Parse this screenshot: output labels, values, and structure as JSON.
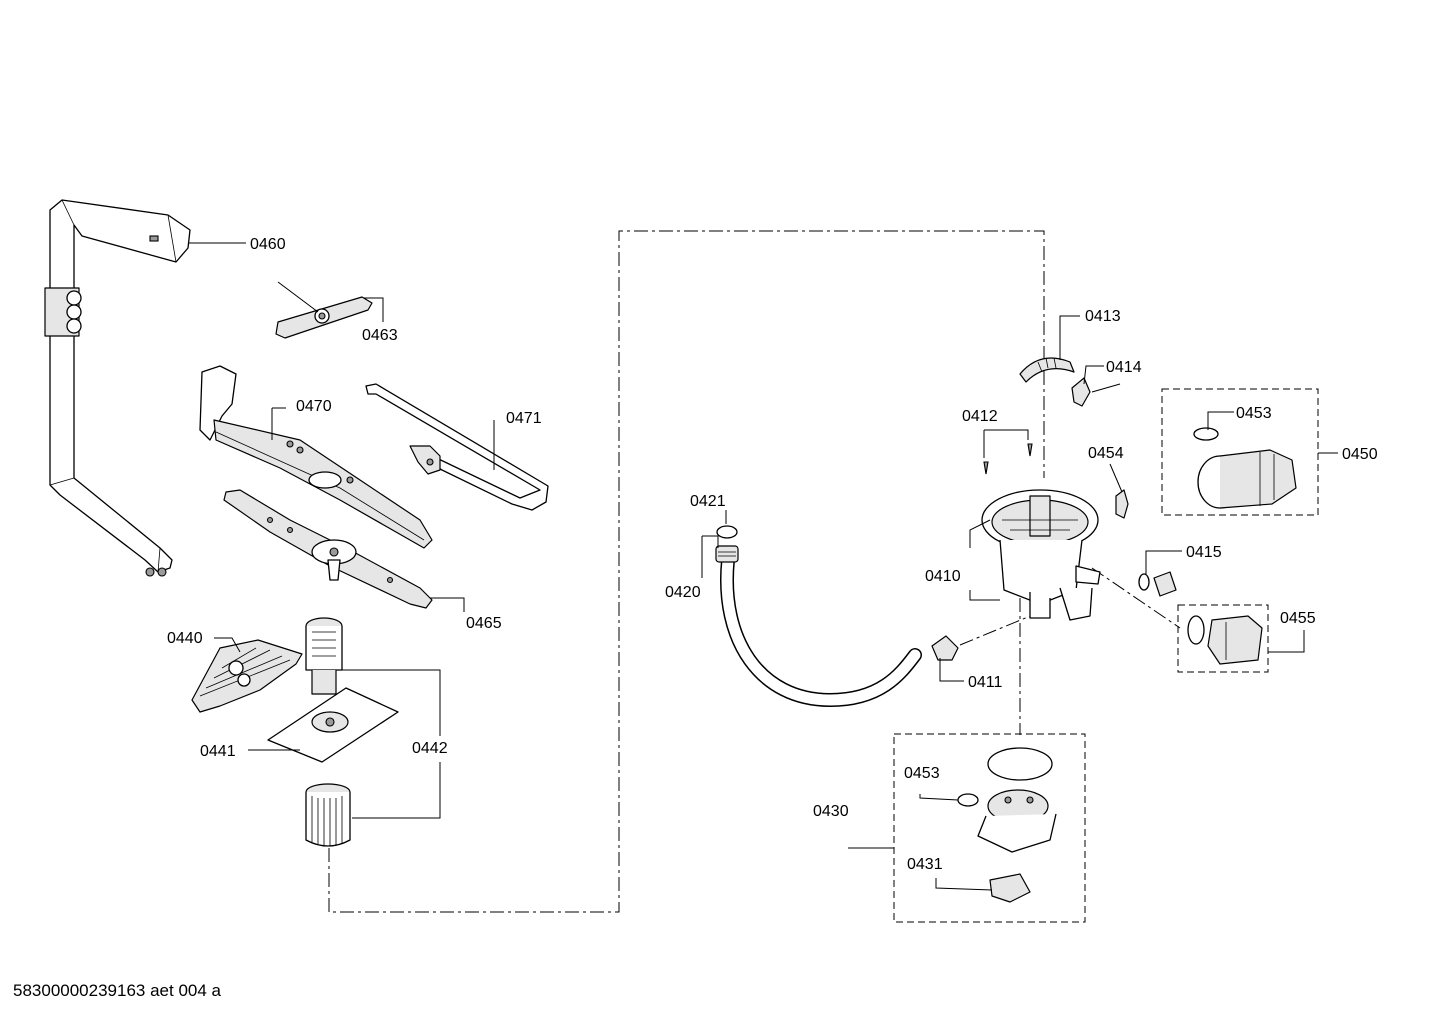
{
  "callouts": {
    "p0460": "0460",
    "p0463": "0463",
    "p0470": "0470",
    "p0471": "0471",
    "p0465": "0465",
    "p0440": "0440",
    "p0441": "0441",
    "p0442": "0442",
    "p0421": "0421",
    "p0420": "0420",
    "p0413": "0413",
    "p0414": "0414",
    "p0412": "0412",
    "p0454": "0454",
    "p0453_pump": "0453",
    "p0450": "0450",
    "p0410": "0410",
    "p0415": "0415",
    "p0455": "0455",
    "p0411": "0411",
    "p0453_heater": "0453",
    "p0430": "0430",
    "p0431": "0431"
  },
  "document_id": "58300000239163 aet 004 a"
}
